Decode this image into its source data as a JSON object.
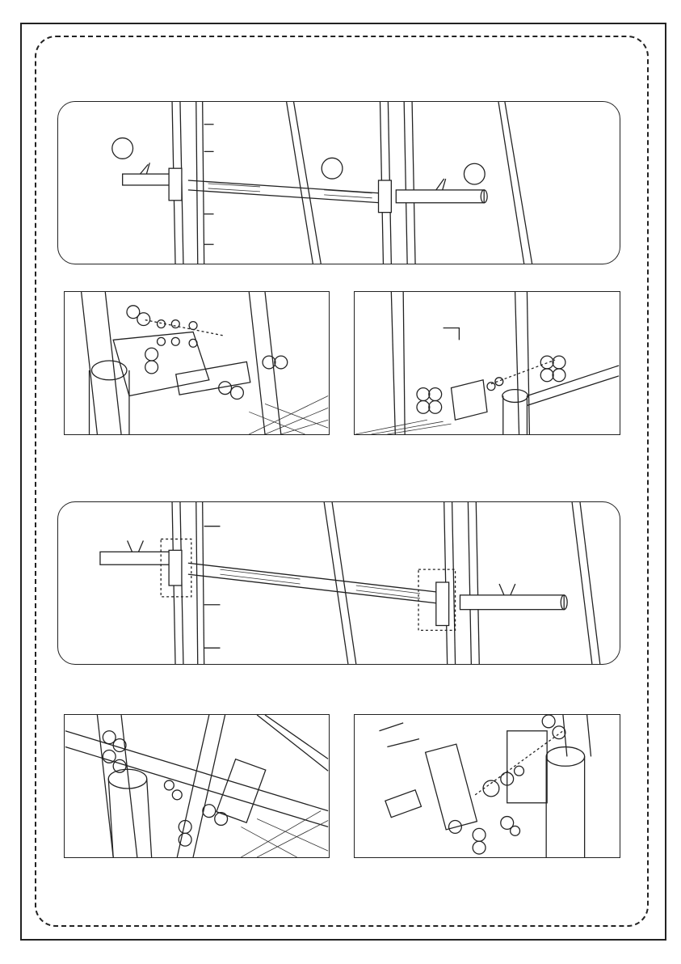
{
  "document": {
    "type": "assembly-instruction-page",
    "panels": [
      {
        "id": "overview-top",
        "content": "barbell-on-rack-front-view"
      },
      {
        "id": "detail-left-1",
        "content": "left-hook-bolt-assembly"
      },
      {
        "id": "detail-right-1",
        "content": "right-hook-bolt-assembly"
      },
      {
        "id": "overview-bottom",
        "content": "barbell-with-highlighted-hooks"
      },
      {
        "id": "detail-left-2",
        "content": "left-bushing-assembly"
      },
      {
        "id": "detail-right-2",
        "content": "right-bushing-assembly"
      }
    ],
    "colors": {
      "line": "#222222",
      "background": "#ffffff",
      "knurl": "#333333"
    }
  }
}
